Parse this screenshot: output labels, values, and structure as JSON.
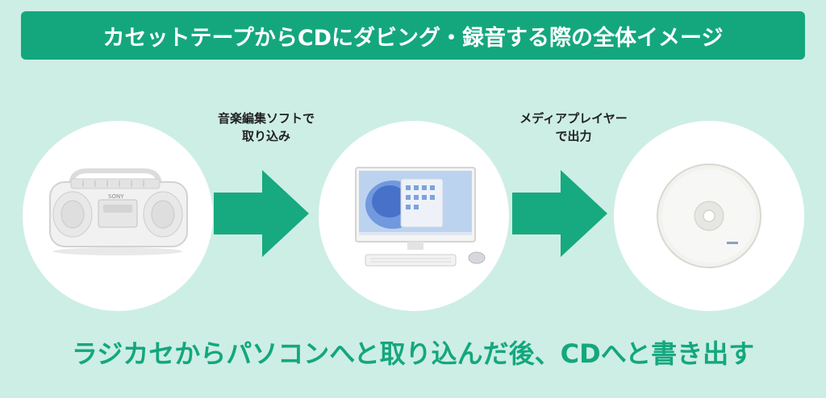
{
  "title": "カセットテープからCDにダビング・録音する際の全体イメージ",
  "steps": [
    {
      "label_line1": "音楽編集ソフトで",
      "label_line2": "取り込み"
    },
    {
      "label_line1": "メディアプレイヤー",
      "label_line2": "で出力"
    }
  ],
  "devices": {
    "radio_brand": "SONY",
    "radio_icon": "cassette-radio-icon",
    "pc_icon": "desktop-computer-icon",
    "cd_icon": "compact-disc-icon"
  },
  "caption": "ラジカセからパソコンへと取り込んだ後、CDへと書き出す",
  "colors": {
    "background": "#cdeee5",
    "accent": "#14a77e",
    "arrow": "#17a97f"
  }
}
